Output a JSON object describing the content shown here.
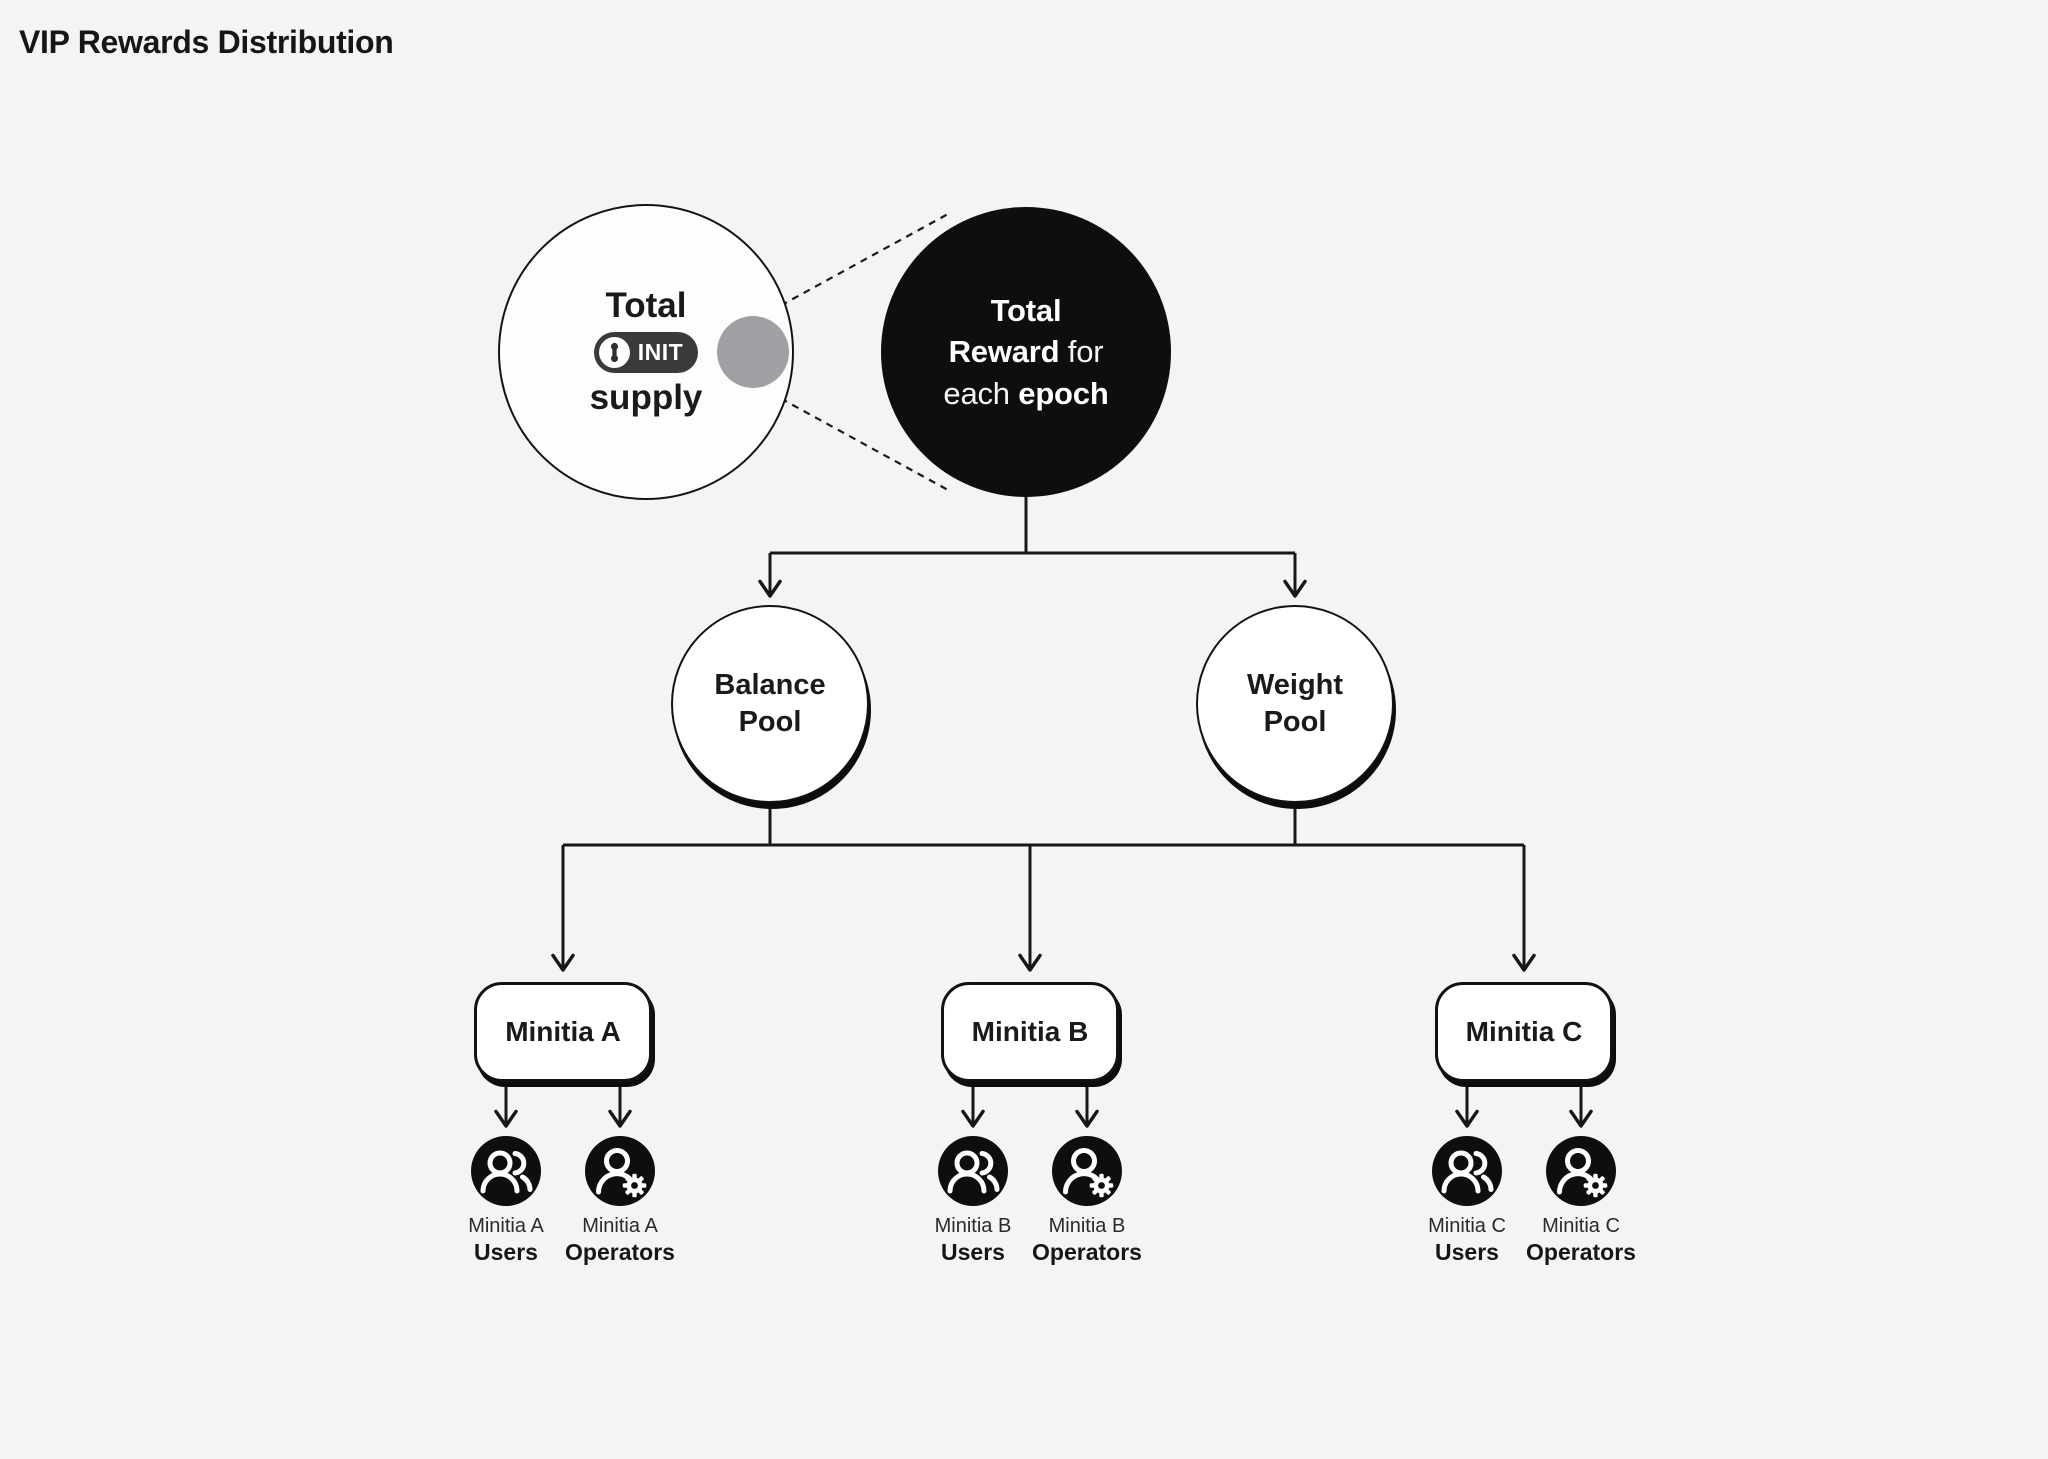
{
  "title": "VIP Rewards Distribution",
  "colors": {
    "background": "#f4f4f6",
    "ink": "#141416",
    "node_fill": "#ffffff",
    "reward_circle_fill": "#0e0e10",
    "zoom_dot_gray": "#a0a0a4",
    "badge_fill": "#3a3a3c",
    "badge_text": "#ffffff"
  },
  "supply_node": {
    "top": "Total",
    "badge": "INIT",
    "bottom": "supply"
  },
  "reward_node": {
    "l1": "Total",
    "l2_bold": "Reward",
    "l2_rest": " for",
    "l3_light": "each",
    "l3_bold": " epoch"
  },
  "pools": [
    {
      "l1": "Balance",
      "l2": "Pool"
    },
    {
      "l1": "Weight",
      "l2": "Pool"
    }
  ],
  "minitias": [
    {
      "name": "Minitia A",
      "users": {
        "l1": "Minitia A",
        "l2": "Users"
      },
      "operators": {
        "l1": "Minitia A",
        "l2": "Operators"
      }
    },
    {
      "name": "Minitia B",
      "users": {
        "l1": "Minitia B",
        "l2": "Users"
      },
      "operators": {
        "l1": "Minitia B",
        "l2": "Operators"
      }
    },
    {
      "name": "Minitia C",
      "users": {
        "l1": "Minitia C",
        "l2": "Users"
      },
      "operators": {
        "l1": "Minitia C",
        "l2": "Operators"
      }
    }
  ]
}
